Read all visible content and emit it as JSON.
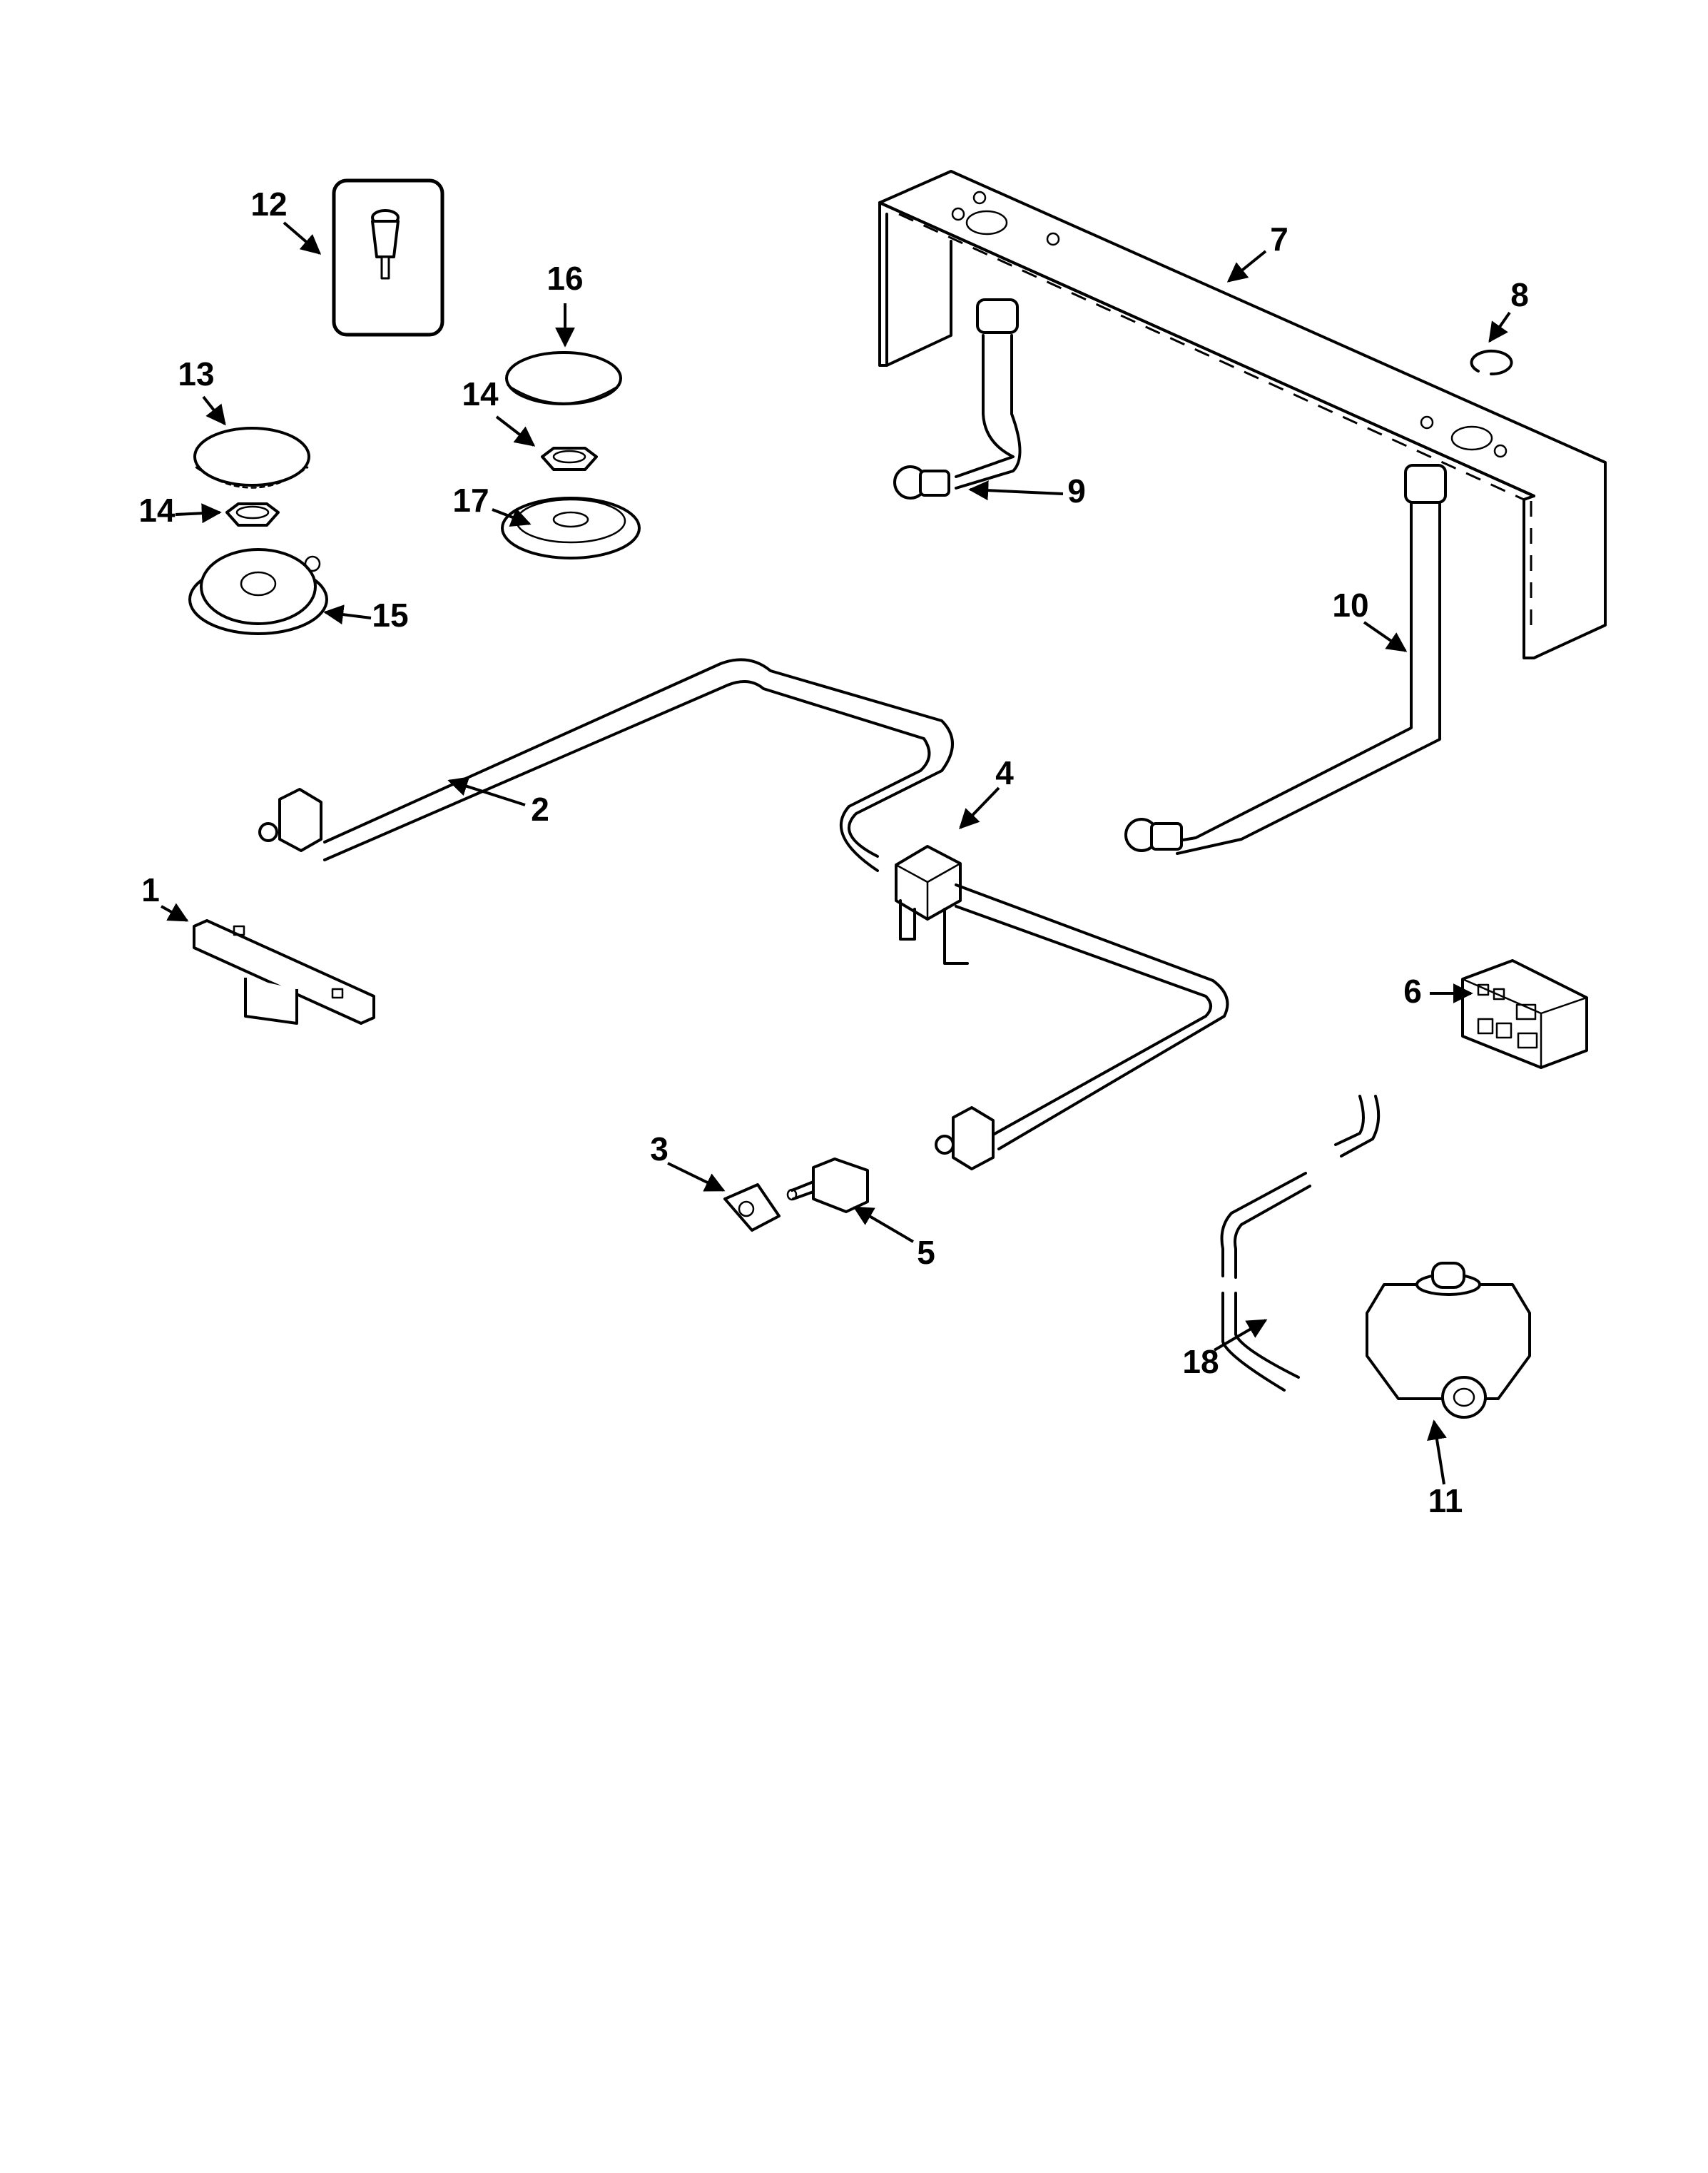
{
  "diagram": {
    "title": "Gas burner and valve parts explosion",
    "callouts": [
      {
        "id": "1",
        "label": "1"
      },
      {
        "id": "2",
        "label": "2"
      },
      {
        "id": "3",
        "label": "3"
      },
      {
        "id": "4",
        "label": "4"
      },
      {
        "id": "5",
        "label": "5"
      },
      {
        "id": "6",
        "label": "6"
      },
      {
        "id": "7",
        "label": "7"
      },
      {
        "id": "8",
        "label": "8"
      },
      {
        "id": "9",
        "label": "9"
      },
      {
        "id": "10",
        "label": "10"
      },
      {
        "id": "11",
        "label": "11"
      },
      {
        "id": "12",
        "label": "12"
      },
      {
        "id": "13",
        "label": "13"
      },
      {
        "id": "14a",
        "label": "14"
      },
      {
        "id": "14b",
        "label": "14"
      },
      {
        "id": "15",
        "label": "15"
      },
      {
        "id": "16",
        "label": "16"
      },
      {
        "id": "17",
        "label": "17"
      },
      {
        "id": "18",
        "label": "18"
      }
    ],
    "parts": [
      {
        "callout": "1",
        "part": "burner-bracket"
      },
      {
        "callout": "2",
        "part": "gas-tube-left"
      },
      {
        "callout": "3",
        "part": "switch-clip"
      },
      {
        "callout": "4",
        "part": "tube-clamp-bracket"
      },
      {
        "callout": "5",
        "part": "igniter-switch"
      },
      {
        "callout": "6",
        "part": "spark-module"
      },
      {
        "callout": "7",
        "part": "manifold-bracket"
      },
      {
        "callout": "8",
        "part": "retaining-ring"
      },
      {
        "callout": "9",
        "part": "gas-tube-short"
      },
      {
        "callout": "10",
        "part": "gas-tube-long"
      },
      {
        "callout": "11",
        "part": "pressure-regulator"
      },
      {
        "callout": "12",
        "part": "electrode-igniter"
      },
      {
        "callout": "13",
        "part": "burner-cap-large"
      },
      {
        "callout": "14",
        "part": "burner-nut"
      },
      {
        "callout": "15",
        "part": "burner-head-large"
      },
      {
        "callout": "16",
        "part": "burner-cap-small"
      },
      {
        "callout": "17",
        "part": "burner-head-small"
      },
      {
        "callout": "18",
        "part": "gas-tube-flexible"
      }
    ]
  }
}
